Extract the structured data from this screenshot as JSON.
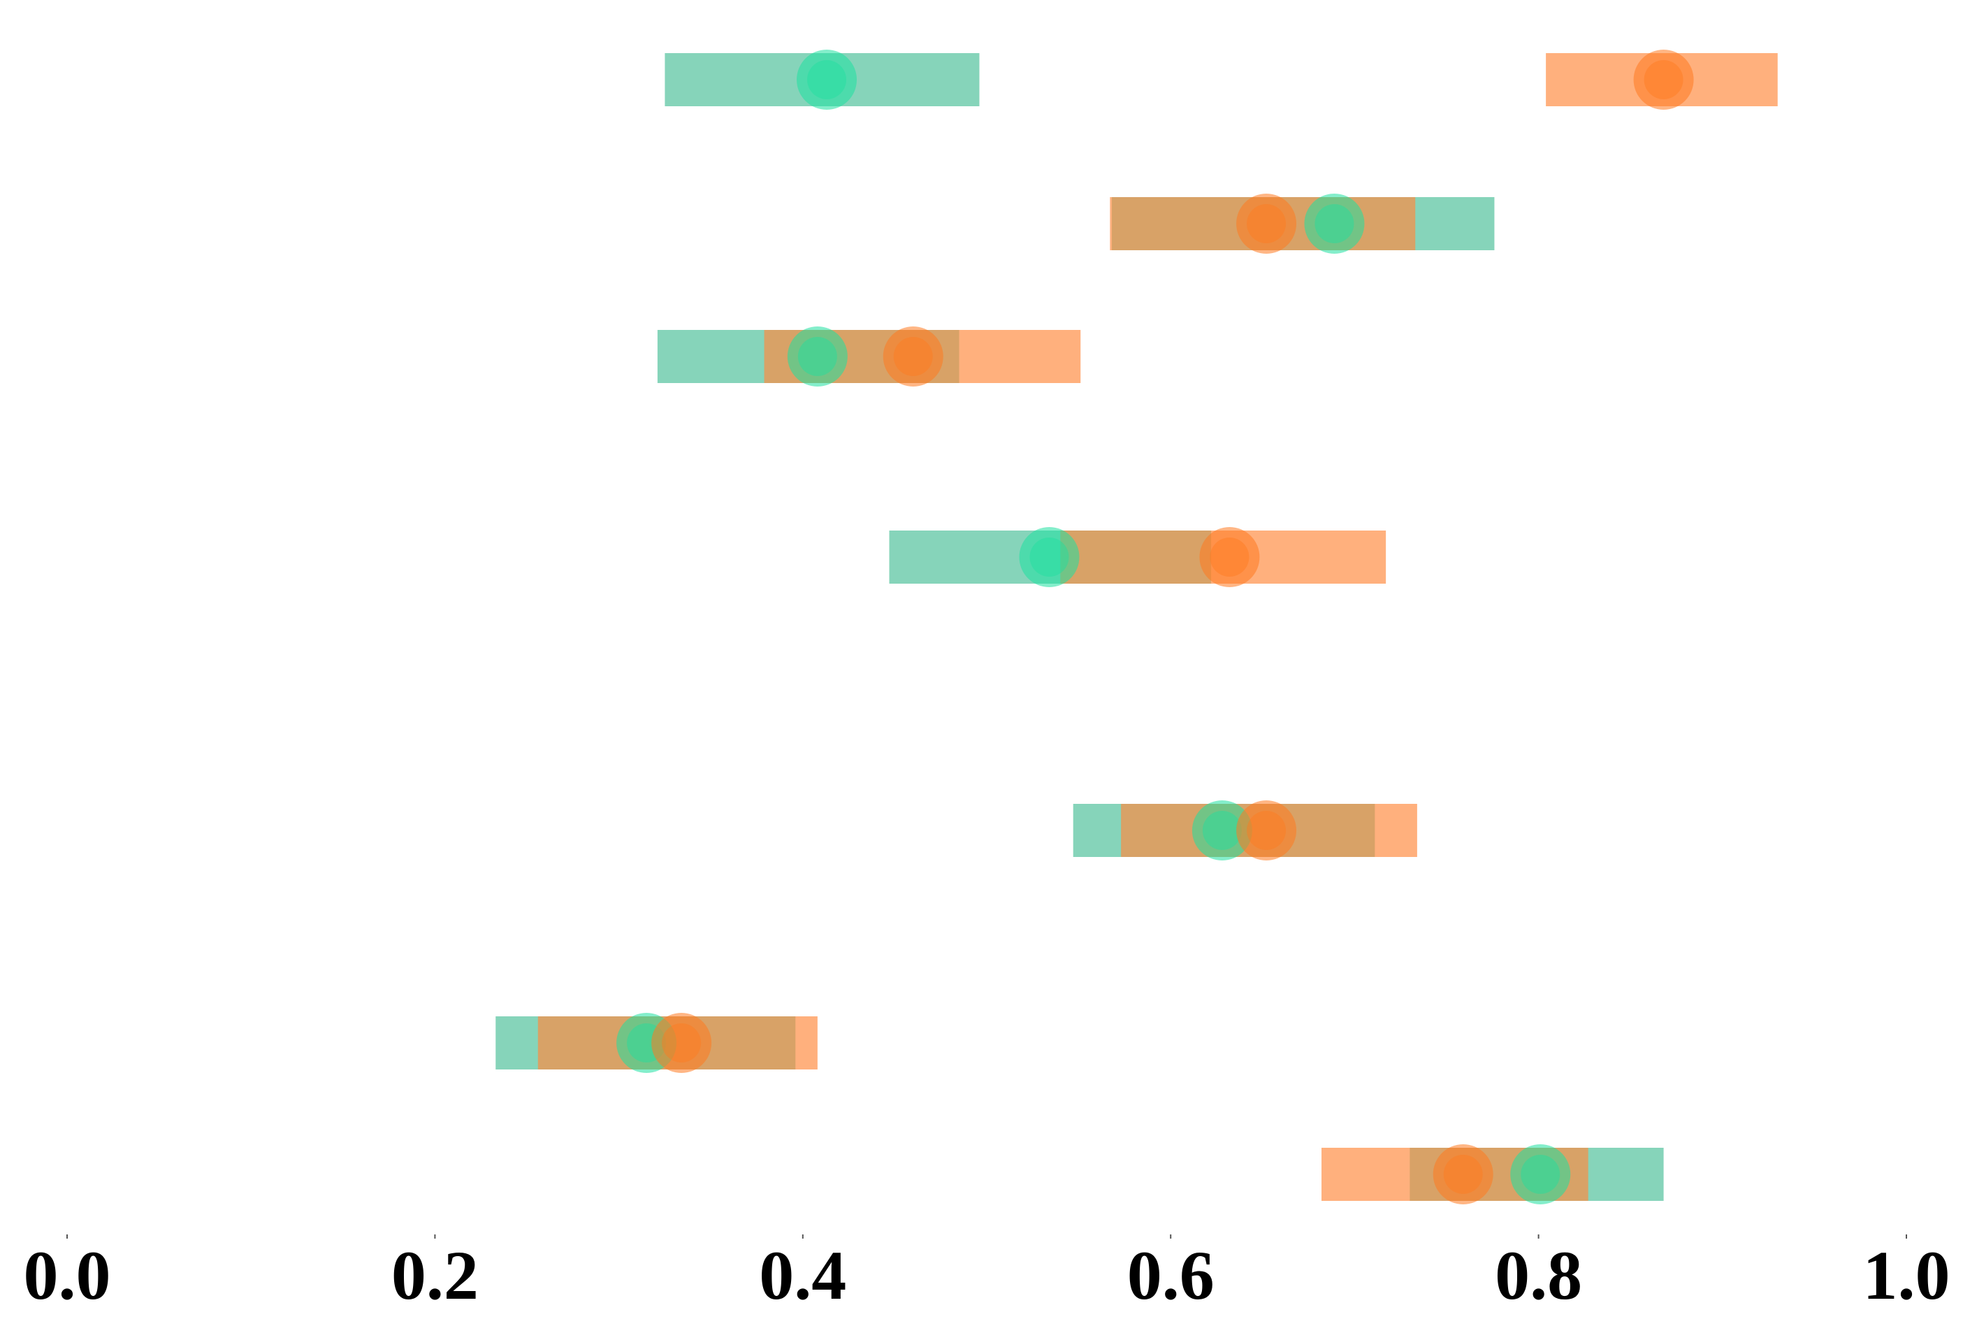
{
  "chart_data": {
    "type": "interval-dot",
    "title": "",
    "xlabel": "",
    "ylabel": "",
    "xlim": [
      0.0,
      1.0
    ],
    "xticks": [
      "0.0",
      "0.2",
      "0.4",
      "0.6",
      "0.8",
      "1.0"
    ],
    "grid": false,
    "series": [
      {
        "color": "#4CBF9A",
        "dot_color": "#1FE0A0",
        "rows": [
          {
            "low": 0.325,
            "point": 0.413,
            "high": 0.496
          },
          {
            "low": 0.568,
            "point": 0.689,
            "high": 0.776
          },
          {
            "low": 0.321,
            "point": 0.408,
            "high": 0.485
          },
          {
            "low": 0.447,
            "point": 0.534,
            "high": 0.622
          },
          {
            "low": 0.547,
            "point": 0.628,
            "high": 0.711
          },
          {
            "low": 0.233,
            "point": 0.315,
            "high": 0.396
          },
          {
            "low": 0.73,
            "point": 0.801,
            "high": 0.868
          }
        ]
      },
      {
        "color": "#FF8A40",
        "dot_color": "#FF7A20",
        "rows": [
          {
            "low": 0.804,
            "point": 0.868,
            "high": 0.93
          },
          {
            "low": 0.567,
            "point": 0.652,
            "high": 0.733
          },
          {
            "low": 0.379,
            "point": 0.46,
            "high": 0.551
          },
          {
            "low": 0.54,
            "point": 0.632,
            "high": 0.717
          },
          {
            "low": 0.573,
            "point": 0.652,
            "high": 0.734
          },
          {
            "low": 0.256,
            "point": 0.334,
            "high": 0.408
          },
          {
            "low": 0.682,
            "point": 0.759,
            "high": 0.827
          }
        ]
      }
    ]
  }
}
